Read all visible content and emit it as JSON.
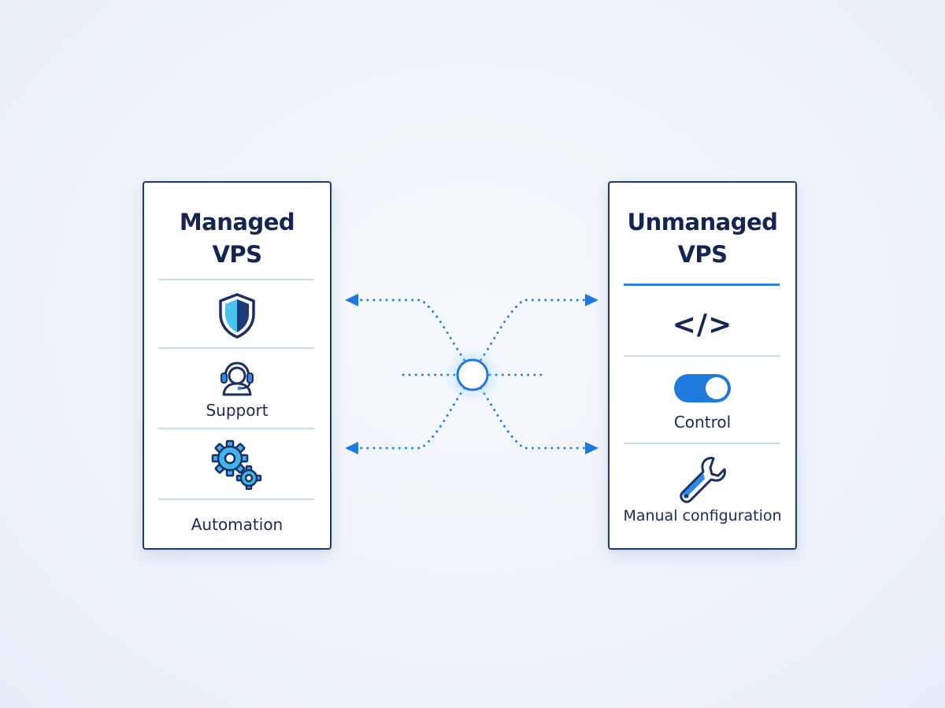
{
  "colors": {
    "background": "#eef3fa",
    "panel_border": "#1e3a6e",
    "text_dark": "#142552",
    "accent_blue": "#1f7ae0",
    "light_blue": "#4ec3ee",
    "divider": "#c9dcf3"
  },
  "left_panel": {
    "title_line1": "Managed",
    "title_line2": "VPS",
    "items": [
      {
        "icon": "shield-icon",
        "label": ""
      },
      {
        "icon": "headset-support-icon",
        "label": "Support"
      },
      {
        "icon": "gears-icon",
        "label": ""
      },
      {
        "icon": "",
        "label": "Automation"
      }
    ]
  },
  "right_panel": {
    "title_line1": "Unmanaged",
    "title_line2": "VPS",
    "items": [
      {
        "icon": "code-brackets-icon",
        "label": "</>"
      },
      {
        "icon": "toggle-switch-icon",
        "label": "Control"
      },
      {
        "icon": "wrench-icon",
        "label": "Manual configuration"
      }
    ]
  },
  "connector": {
    "center_icon": "hub-node-icon",
    "arrows": [
      "arrow-top-left",
      "arrow-top-right",
      "arrow-bottom-left",
      "arrow-bottom-right"
    ]
  }
}
